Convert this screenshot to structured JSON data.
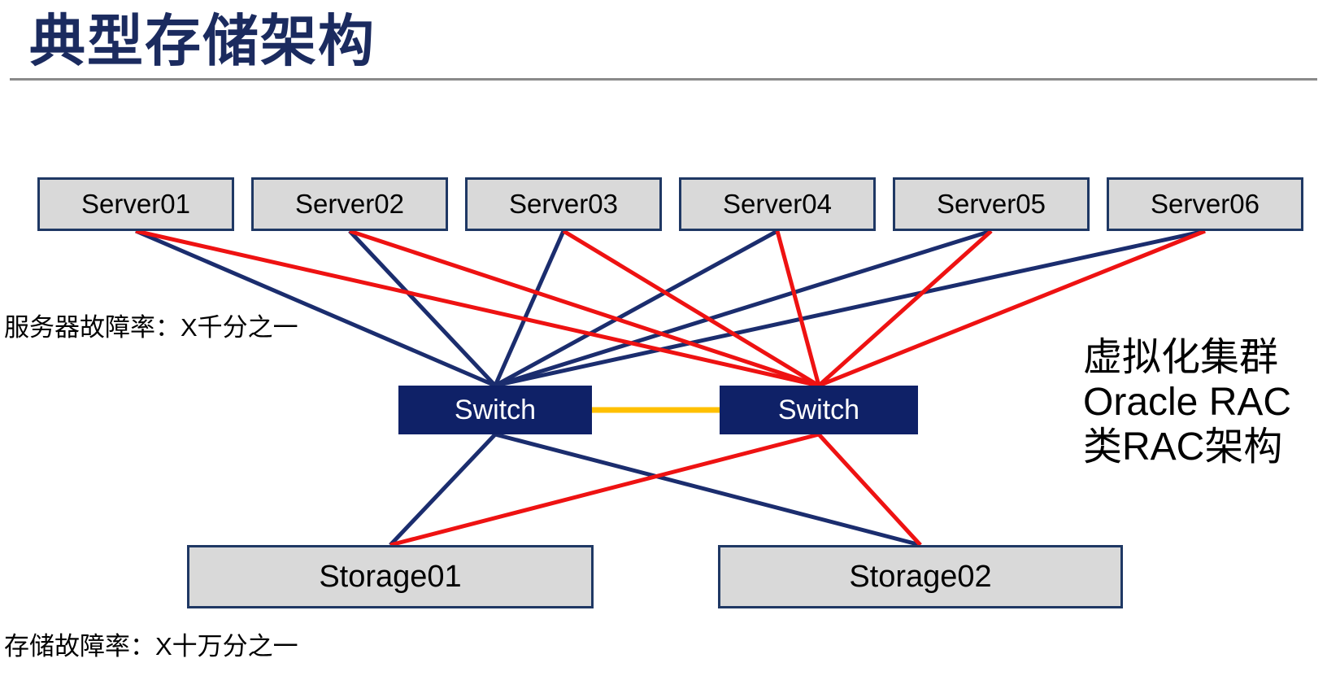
{
  "title": "典型存储架构",
  "nodes": {
    "server01": {
      "label": "Server01"
    },
    "server02": {
      "label": "Server02"
    },
    "server03": {
      "label": "Server03"
    },
    "server04": {
      "label": "Server04"
    },
    "server05": {
      "label": "Server05"
    },
    "server06": {
      "label": "Server06"
    },
    "switch1": {
      "label": "Switch"
    },
    "switch2": {
      "label": "Switch"
    },
    "storage01": {
      "label": "Storage01"
    },
    "storage02": {
      "label": "Storage02"
    }
  },
  "colors": {
    "navy": "#1b2d6e",
    "red": "#ee1212",
    "orange": "#ffc000",
    "title_navy": "#1b2b5f",
    "box_border": "#1f3864",
    "box_fill": "#d9d9d9",
    "switch_fill": "#0f2167"
  },
  "edges": [
    {
      "from": "server01",
      "fromAnchor": "bottom",
      "to": "switch1",
      "toAnchor": "top",
      "color": "navy",
      "width": 5
    },
    {
      "from": "server02",
      "fromAnchor": "bottom",
      "to": "switch1",
      "toAnchor": "top",
      "color": "navy",
      "width": 5
    },
    {
      "from": "server03",
      "fromAnchor": "bottom",
      "to": "switch1",
      "toAnchor": "top",
      "color": "navy",
      "width": 5
    },
    {
      "from": "server04",
      "fromAnchor": "bottom",
      "to": "switch1",
      "toAnchor": "top",
      "color": "navy",
      "width": 5
    },
    {
      "from": "server05",
      "fromAnchor": "bottom",
      "to": "switch1",
      "toAnchor": "top",
      "color": "navy",
      "width": 5
    },
    {
      "from": "server06",
      "fromAnchor": "bottom",
      "to": "switch1",
      "toAnchor": "top",
      "color": "navy",
      "width": 5
    },
    {
      "from": "server01",
      "fromAnchor": "bottom",
      "to": "switch2",
      "toAnchor": "top",
      "color": "red",
      "width": 5
    },
    {
      "from": "server02",
      "fromAnchor": "bottom",
      "to": "switch2",
      "toAnchor": "top",
      "color": "red",
      "width": 5
    },
    {
      "from": "server03",
      "fromAnchor": "bottom",
      "to": "switch2",
      "toAnchor": "top",
      "color": "red",
      "width": 5
    },
    {
      "from": "server04",
      "fromAnchor": "bottom",
      "to": "switch2",
      "toAnchor": "top",
      "color": "red",
      "width": 5
    },
    {
      "from": "server05",
      "fromAnchor": "bottom",
      "to": "switch2",
      "toAnchor": "top",
      "color": "red",
      "width": 5
    },
    {
      "from": "server06",
      "fromAnchor": "bottom",
      "to": "switch2",
      "toAnchor": "top",
      "color": "red",
      "width": 5
    },
    {
      "from": "switch1",
      "fromAnchor": "right",
      "to": "switch2",
      "toAnchor": "left",
      "color": "orange",
      "width": 7
    },
    {
      "from": "switch1",
      "fromAnchor": "bottom",
      "to": "storage01",
      "toAnchor": "top",
      "color": "navy",
      "width": 5
    },
    {
      "from": "switch1",
      "fromAnchor": "bottom",
      "to": "storage02",
      "toAnchor": "top",
      "color": "navy",
      "width": 5
    },
    {
      "from": "switch2",
      "fromAnchor": "bottom",
      "to": "storage01",
      "toAnchor": "top",
      "color": "red",
      "width": 5
    },
    {
      "from": "switch2",
      "fromAnchor": "bottom",
      "to": "storage02",
      "toAnchor": "top",
      "color": "red",
      "width": 5
    }
  ],
  "annotations": {
    "server_failure_rate": "服务器故障率：X千分之一",
    "storage_failure_rate": "存储故障率：X十万分之一",
    "arch_note_lines": [
      "虚拟化集群",
      "Oracle RAC",
      "类RAC架构"
    ]
  }
}
